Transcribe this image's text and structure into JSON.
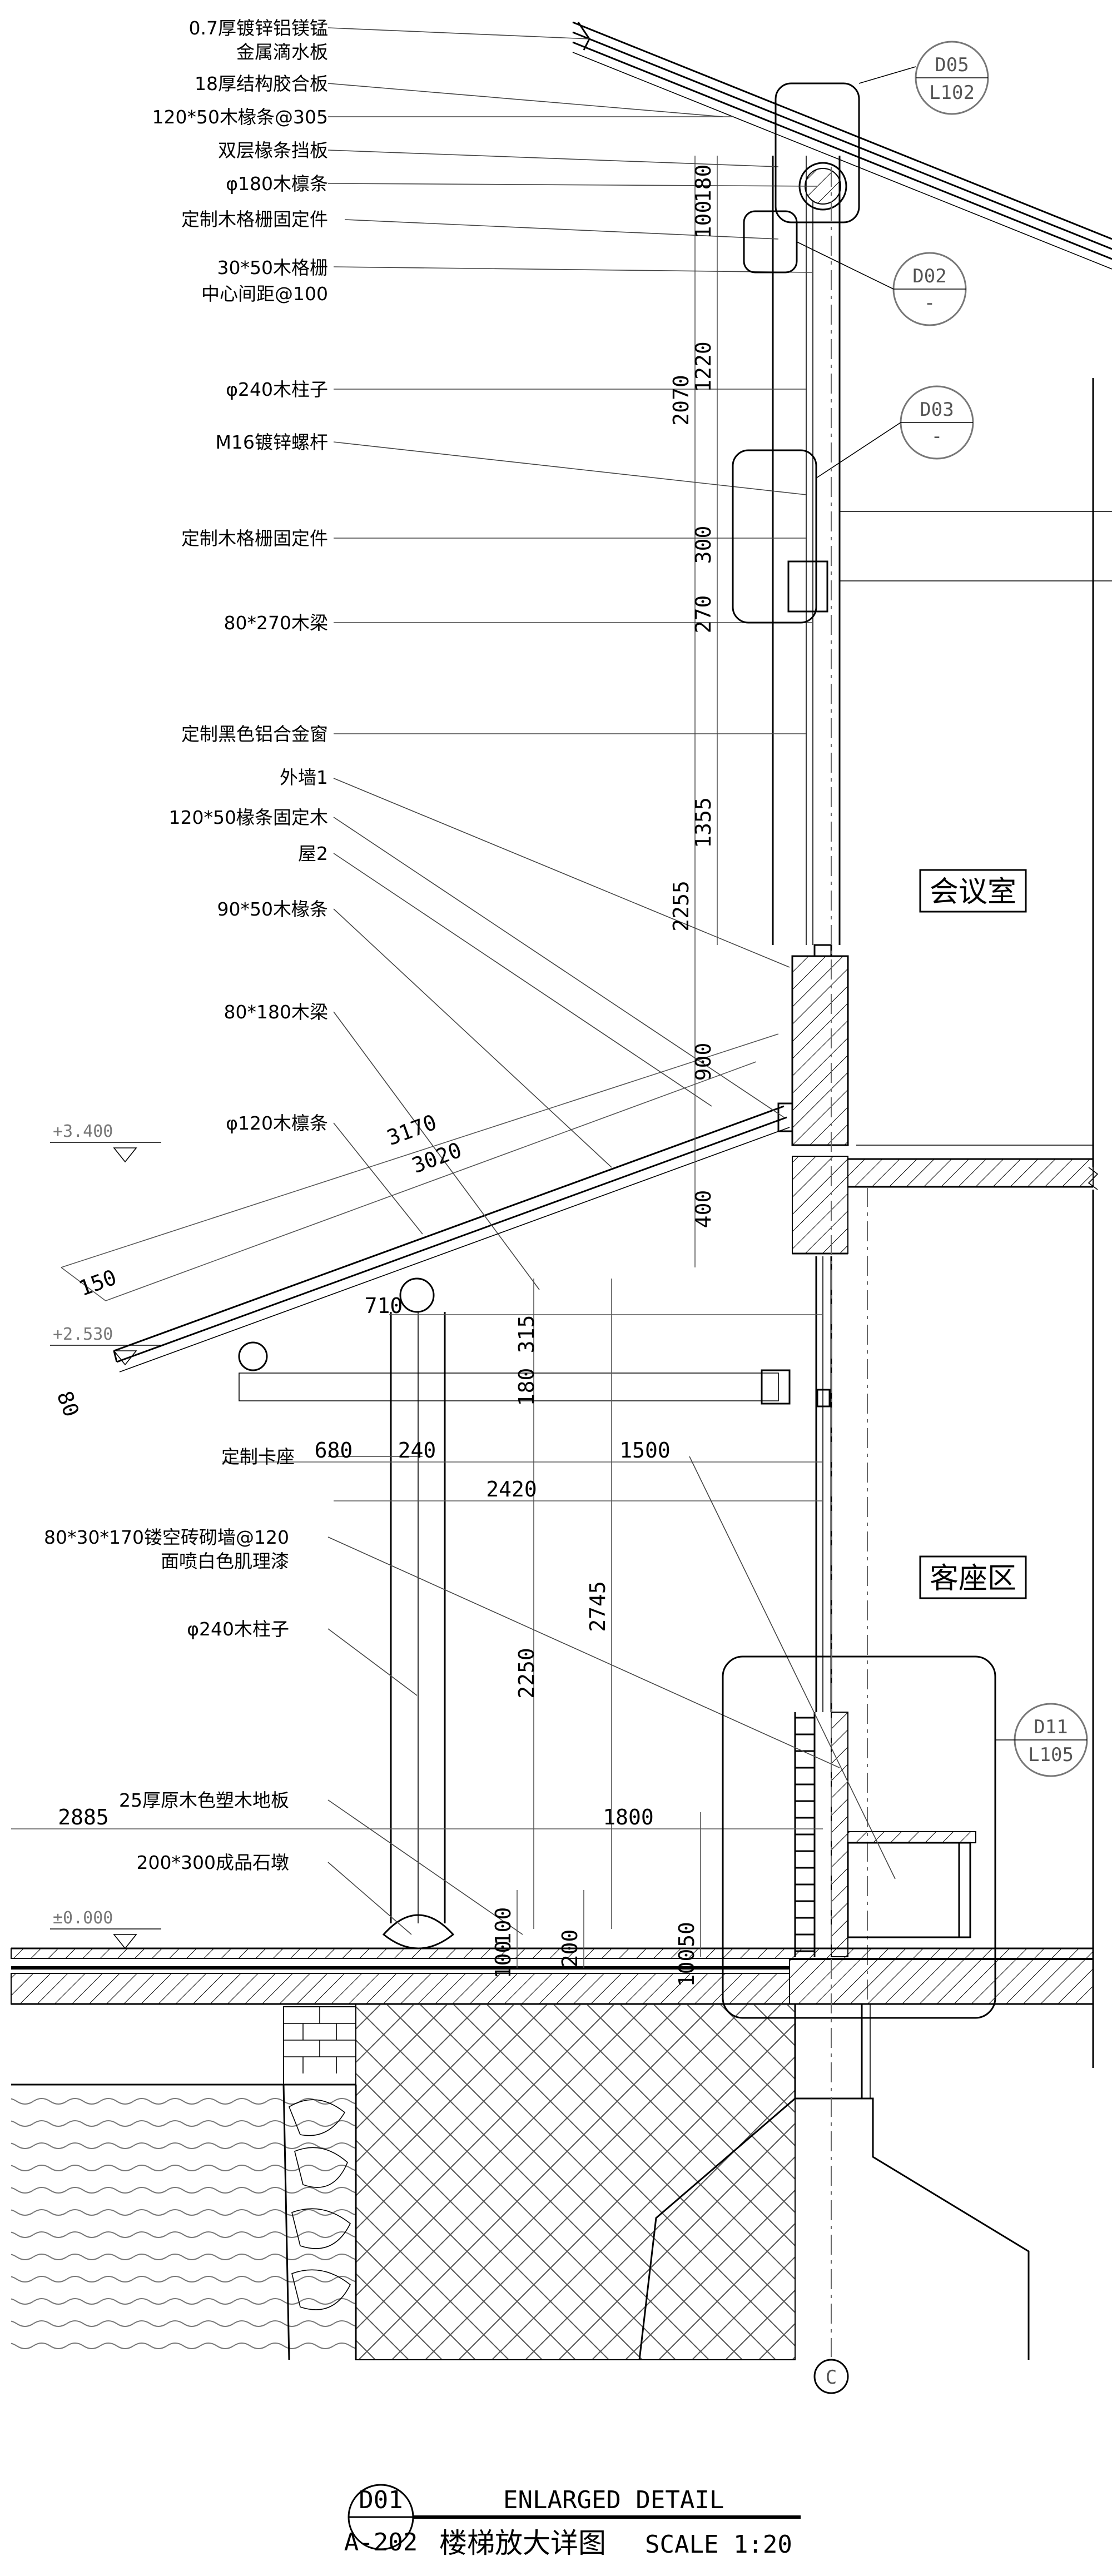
{
  "labels": [
    "0.7厚镀锌铝镁锰",
    "金属滴水板",
    "18厚结构胶合板",
    "120*50木椽条@305",
    "双层椽条挡板",
    "φ180木檩条",
    "定制木格栅固定件",
    "30*50木格栅",
    "中心间距@100",
    "φ240木柱子",
    "M16镀锌螺杆",
    "定制木格栅固定件",
    "80*270木梁",
    "定制黑色铝合金窗",
    "外墙1",
    "120*50椽条固定木",
    "屋2",
    "90*50木椽条",
    "80*180木梁",
    "φ120木檩条",
    "定制卡座",
    "80*30*170镂空砖砌墙@120",
    "面喷白色肌理漆",
    "φ240木柱子",
    "25厚原木色塑木地板",
    "200*300成品石墩"
  ],
  "dimensions": {
    "v180": "180",
    "v100": "100",
    "v1220": "1220",
    "v2070": "2070",
    "v300": "300",
    "v270": "270",
    "v1355": "1355",
    "v2255": "2255",
    "v900": "900",
    "v400": "400",
    "v315": "315",
    "v180b": "180",
    "v2250": "2250",
    "v2745": "2745",
    "v100b": "100",
    "v100c": "100",
    "v200": "200",
    "v50": "50",
    "v100d": "100",
    "s3170": "3170",
    "s3020": "3020",
    "s150": "150",
    "s80": "80",
    "h710": "710",
    "h680": "680",
    "h240": "240",
    "h1500": "1500",
    "h2420": "2420",
    "h2885": "2885",
    "h1800": "1800"
  },
  "levels": {
    "l1": "+3.400",
    "l2": "+2.530",
    "l3": "±0.000"
  },
  "rooms": {
    "meeting": "会议室",
    "lounge": "客座区"
  },
  "callouts": {
    "d05_top": "D05",
    "d05_bottom": "L102",
    "d02_top": "D02",
    "d02_bottom": "-",
    "d03_top": "D03",
    "d03_bottom": "-",
    "d11_top": "D11",
    "d11_bottom": "L105"
  },
  "grid_axis": "C",
  "title_block": {
    "detail_no": "D01",
    "sheet_no": "A-202",
    "title_en": "ENLARGED DETAIL",
    "title_cn": "楼梯放大详图",
    "scale": "SCALE 1:20"
  }
}
